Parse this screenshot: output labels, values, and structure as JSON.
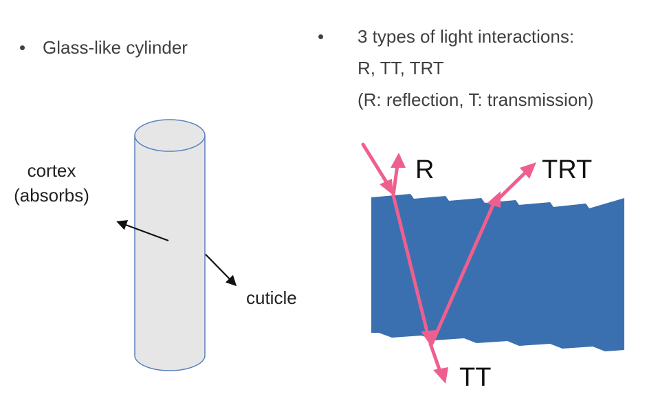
{
  "left_bullet": {
    "marker": "•",
    "text": "Glass-like cylinder"
  },
  "right_bullet": {
    "marker": "•",
    "lines": [
      "3 types of light interactions:",
      "R, TT, TRT",
      "(R: reflection, T: transmission)"
    ]
  },
  "cylinder": {
    "labels": {
      "cortex_line1": "cortex",
      "cortex_line2": "(absorbs)",
      "cuticle": "cuticle"
    }
  },
  "interaction_diagram": {
    "labels": {
      "r": "R",
      "trt": "TRT",
      "tt": "TT"
    }
  },
  "colors": {
    "cylinder_fill": "#e6e6e6",
    "cylinder_stroke": "#5b7fbd",
    "slab_fill": "#3a70b0",
    "ray_color": "#ef5f8e",
    "pointer_color": "#111111"
  }
}
